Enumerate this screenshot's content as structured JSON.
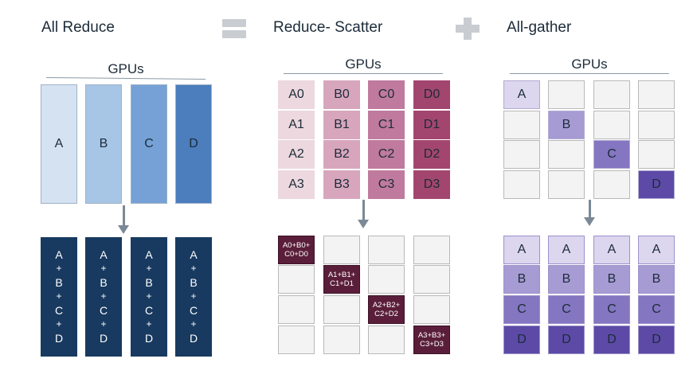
{
  "headings": {
    "all_reduce": "All Reduce",
    "reduce_scatter": "Reduce- Scatter",
    "all_gather": "All-gather"
  },
  "operators": [
    "equals-icon",
    "plus-icon"
  ],
  "gpus_label": "GPUs",
  "all_reduce": {
    "inputs": [
      "A",
      "B",
      "C",
      "D"
    ],
    "input_colors": [
      "#d5e2f2",
      "#a7c6e6",
      "#75a1d6",
      "#4c7dbc"
    ],
    "result_lines": [
      "A",
      "+",
      "B",
      "+",
      "C",
      "+",
      "D"
    ],
    "result_color": "#183a60"
  },
  "reduce_scatter": {
    "rows": [
      [
        "A0",
        "B0",
        "C0",
        "D0"
      ],
      [
        "A1",
        "B1",
        "C1",
        "D1"
      ],
      [
        "A2",
        "B2",
        "C2",
        "D2"
      ],
      [
        "A3",
        "B3",
        "C3",
        "D3"
      ]
    ],
    "column_colors": [
      "#ecd8de",
      "#d7a6bd",
      "#c07a9e",
      "#a3466f"
    ],
    "results": [
      [
        "A0+B0+",
        "C0+D0"
      ],
      [
        "A1+B1+",
        "C1+D1"
      ],
      [
        "A2+B2+",
        "C2+D2"
      ],
      [
        "A3+B3+",
        "C3+D3"
      ]
    ],
    "result_color": "#5a1e3a"
  },
  "all_gather": {
    "inputs": [
      "A",
      "B",
      "C",
      "D"
    ],
    "row_colors": [
      "#dcd6ee",
      "#a79bd4",
      "#8476c1",
      "#5d4aa6"
    ],
    "result_rows": [
      [
        "A",
        "A",
        "A",
        "A"
      ],
      [
        "B",
        "B",
        "B",
        "B"
      ],
      [
        "C",
        "C",
        "C",
        "C"
      ],
      [
        "D",
        "D",
        "D",
        "D"
      ]
    ]
  }
}
